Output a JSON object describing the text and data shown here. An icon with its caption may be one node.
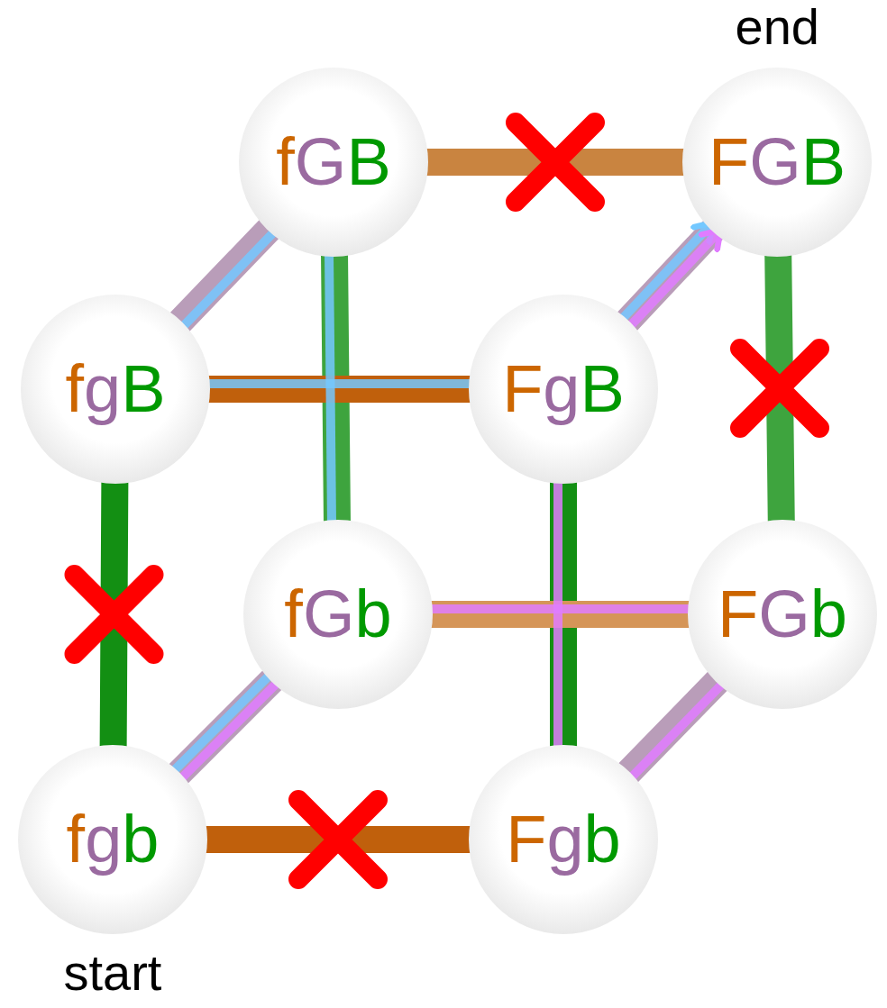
{
  "diagram": {
    "nodes": [
      {
        "text": [
          "fGB"
        ]
      },
      {
        "text": [
          "FGB"
        ],
        "beside": [
          "end"
        ]
      },
      {
        "text": [
          "fgB"
        ]
      },
      {
        "text": [
          "FgB"
        ]
      },
      {
        "text": [
          "fGb"
        ]
      },
      {
        "text": [
          "FGb"
        ]
      },
      {
        "text": [
          "fgb"
        ],
        "beside": [
          "start"
        ]
      },
      {
        "text": [
          "Fgb"
        ]
      }
    ],
    "edges": [
      {
        "from": 0,
        "to": 1,
        "arrow": "none",
        "color": "#c98440"
      },
      {
        "from": 0,
        "to": 2,
        "arrow": "none",
        "color": "#a784a8"
      },
      {
        "from": 0,
        "to": 4,
        "arrow": "none",
        "color": "#3ea43e"
      },
      {
        "from": 1,
        "to": 3,
        "arrow": "none",
        "color": "#a784a8"
      },
      {
        "from": 1,
        "to": 5,
        "arrow": "none",
        "color": "#3ea43e"
      },
      {
        "from": 2,
        "to": 3,
        "arrow": "none",
        "color": "#c0600c"
      },
      {
        "from": 2,
        "to": 6,
        "arrow": "none",
        "color": "#138f13"
      },
      {
        "from": 3,
        "to": 7,
        "arrow": "none",
        "color": "#138f13"
      },
      {
        "from": 4,
        "to": 5,
        "arrow": "none",
        "color": "#d59558"
      },
      {
        "from": 4,
        "to": 6,
        "arrow": "none",
        "color": "#a784a8"
      },
      {
        "from": 5,
        "to": 7,
        "arrow": "none",
        "color": "#a784a8"
      },
      {
        "from": 6,
        "to": 7,
        "arrow": "none",
        "color": "#c0600c"
      },
      {
        "from": 6,
        "to": 4,
        "arrow": "none",
        "color": "#74c8ff"
      },
      {
        "from": 4,
        "to": 0,
        "arrow": "none",
        "color": "#74c8ff"
      },
      {
        "from": 0,
        "to": 2,
        "arrow": "none",
        "color": "#74c8ff"
      },
      {
        "from": 2,
        "to": 3,
        "arrow": "none",
        "color": "#74c8ff"
      },
      {
        "from": 3,
        "to": 1,
        "arrow": "to",
        "color": "#74c8ff"
      },
      {
        "from": 6,
        "to": 4,
        "arrow": "none",
        "color": "#e07cff"
      },
      {
        "from": 4,
        "to": 5,
        "arrow": "none",
        "color": "#e07cff"
      },
      {
        "from": 5,
        "to": 7,
        "arrow": "none",
        "color": "#e07cff"
      },
      {
        "from": 7,
        "to": 3,
        "arrow": "none",
        "color": "#e07cff"
      },
      {
        "from": 3,
        "to": 1,
        "arrow": "to",
        "color": "#e07cff"
      }
    ]
  }
}
